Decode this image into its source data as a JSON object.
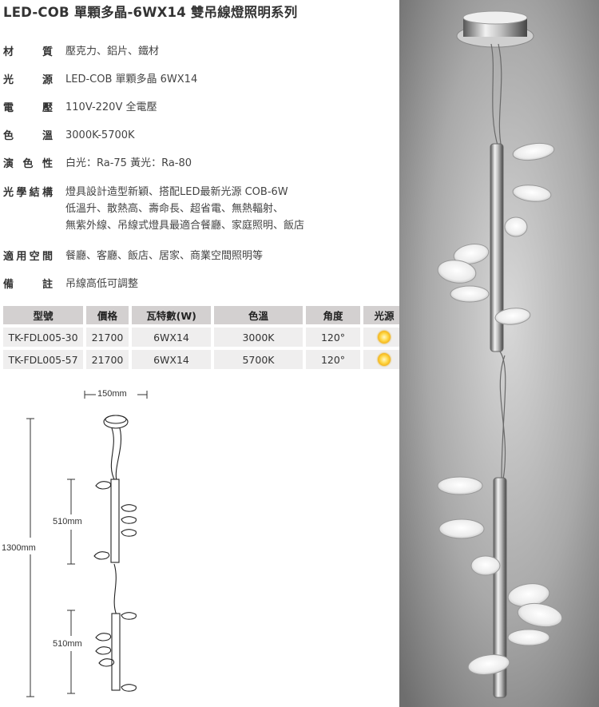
{
  "title": "LED-COB 單顆多晶-6WX14 雙吊線燈照明系列",
  "specs": [
    {
      "label": "材質",
      "lines": [
        "壓克力、鋁片、鐵材"
      ]
    },
    {
      "label": "光源",
      "lines": [
        "LED-COB 單顆多晶 6WX14"
      ]
    },
    {
      "label": "電壓",
      "lines": [
        "110V-220V 全電壓"
      ]
    },
    {
      "label": "色溫",
      "lines": [
        "3000K-5700K"
      ]
    },
    {
      "label": "演色性",
      "lines": [
        "白光：Ra-75  黃光：Ra-80"
      ]
    },
    {
      "label": "光學結構",
      "lines": [
        "燈具設計造型新穎、搭配LED最新光源 COB-6W",
        "低溫升、散熱高、壽命長、超省電、無熱輻射、",
        "無紫外線、吊線式燈具最適合餐廳、家庭照明、飯店"
      ]
    },
    {
      "label": "適用空間",
      "lines": [
        "餐廳、客廳、飯店、居家、商業空間照明等"
      ]
    },
    {
      "label": "備註",
      "lines": [
        "吊線高低可調整"
      ]
    }
  ],
  "table": {
    "headers": [
      "型號",
      "價格",
      "瓦特數(W)",
      "色溫",
      "角度",
      "光源"
    ],
    "rows": [
      [
        "TK-FDL005-30",
        "21700",
        "6WX14",
        "3000K",
        "120°"
      ],
      [
        "TK-FDL005-57",
        "21700",
        "6WX14",
        "5700K",
        "120°"
      ]
    ],
    "light_source_icon": "yellow-led-dot-icon"
  },
  "diagram": {
    "width_label": "150mm",
    "total_height_label": "1300mm",
    "section_height_label": "510mm",
    "section_height_label_2": "510mm"
  },
  "colors": {
    "header_bg": "#d3d0d0",
    "cell_bg": "#efeeee",
    "photo_bg": "#8a8a8a",
    "led_yellow": "#f4b51c"
  }
}
